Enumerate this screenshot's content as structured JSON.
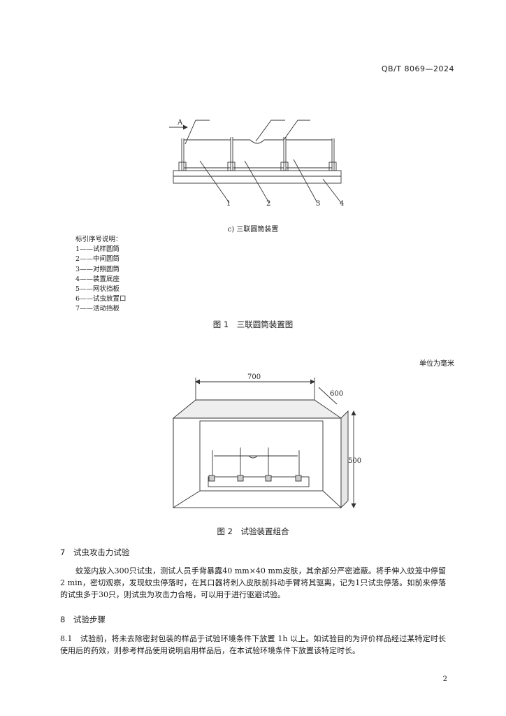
{
  "header": {
    "standard_number": "QB/T 8069—2024"
  },
  "figure1": {
    "label_A": "A",
    "callouts": [
      "1",
      "2",
      "3",
      "4"
    ],
    "subcaption": "c) 三联圆筒装置",
    "legend_title": "标引序号说明：",
    "legend_items": [
      "1——试样圆筒",
      "2——中间圆筒",
      "3——对照圆筒",
      "4——装置底座",
      "5——网状挡板",
      "6——试虫放置口",
      "7——活动挡板"
    ],
    "caption": "图 1　三联圆筒装置图"
  },
  "figure2": {
    "unit_note": "单位为毫米",
    "dim_width": "700",
    "dim_depth": "600",
    "dim_height": "500",
    "caption": "图 2　试验装置组合"
  },
  "section7": {
    "heading": "7　试虫攻击力试验",
    "body": "蚊笼内放入300只试虫，测试人员手背暴露40 mm×40 mm皮肤，其余部分严密遮蔽。将手伸入蚊笼中停留2 min，密切观察，发现蚊虫停落时，在其口器将刺入皮肤前抖动手臂将其驱离，记为1只试虫停落。如前来停落的试虫多于30只，则试虫为攻击力合格，可以用于进行驱避试验。"
  },
  "section8": {
    "heading": "8　试验步骤",
    "clause_8_1": "8.1　试验前，将未去除密封包装的样品于试验环境条件下放置 1h 以上。如试验目的为评价样品经过某特定时长使用后的药效，则参考样品使用说明启用样品后，在本试验环境条件下放置该特定时长。"
  },
  "footer": {
    "page_number": "2"
  }
}
